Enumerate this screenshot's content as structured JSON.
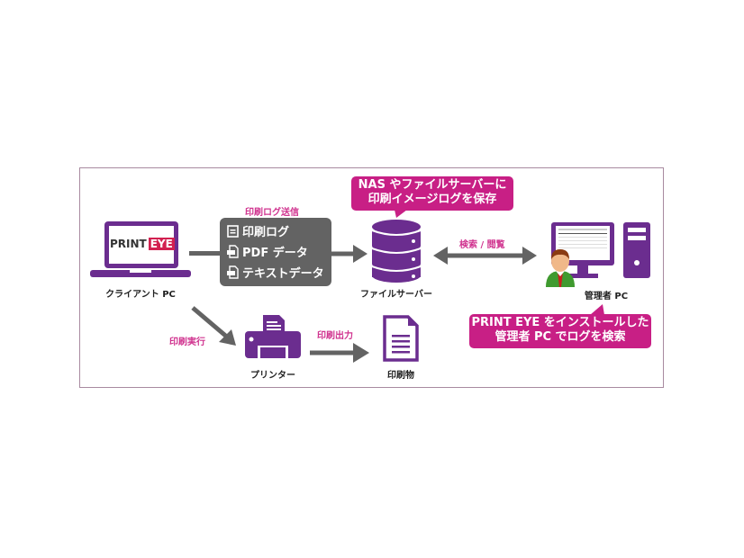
{
  "diagram": {
    "client": {
      "label": "クライアント PC",
      "logo_left": "PRINT",
      "logo_right": "EYE"
    },
    "send_label": "印刷ログ送信",
    "log_items": [
      {
        "icon": "document-list-icon",
        "label": "印刷ログ"
      },
      {
        "icon": "pdf-file-icon",
        "label": "PDF データ"
      },
      {
        "icon": "text-file-icon",
        "label": "テキストデータ"
      }
    ],
    "server": {
      "label": "ファイルサーバー"
    },
    "top_bubble": {
      "line1": "NAS やファイルサーバーに",
      "line2": "印刷イメージログを保存"
    },
    "search_label": "検索 / 閲覧",
    "admin": {
      "label": "管理者 PC"
    },
    "bottom_bubble": {
      "line1": "PRINT EYE をインストールした",
      "line2": "管理者 PC でログを検索"
    },
    "print_exec_label": "印刷実行",
    "printer": {
      "label": "プリンター"
    },
    "print_output_label": "印刷出力",
    "printout": {
      "label": "印刷物"
    },
    "colors": {
      "purple": "#6b2d8f",
      "magenta": "#c81f85",
      "gray": "#636363",
      "label_magenta": "#d0338f"
    }
  }
}
